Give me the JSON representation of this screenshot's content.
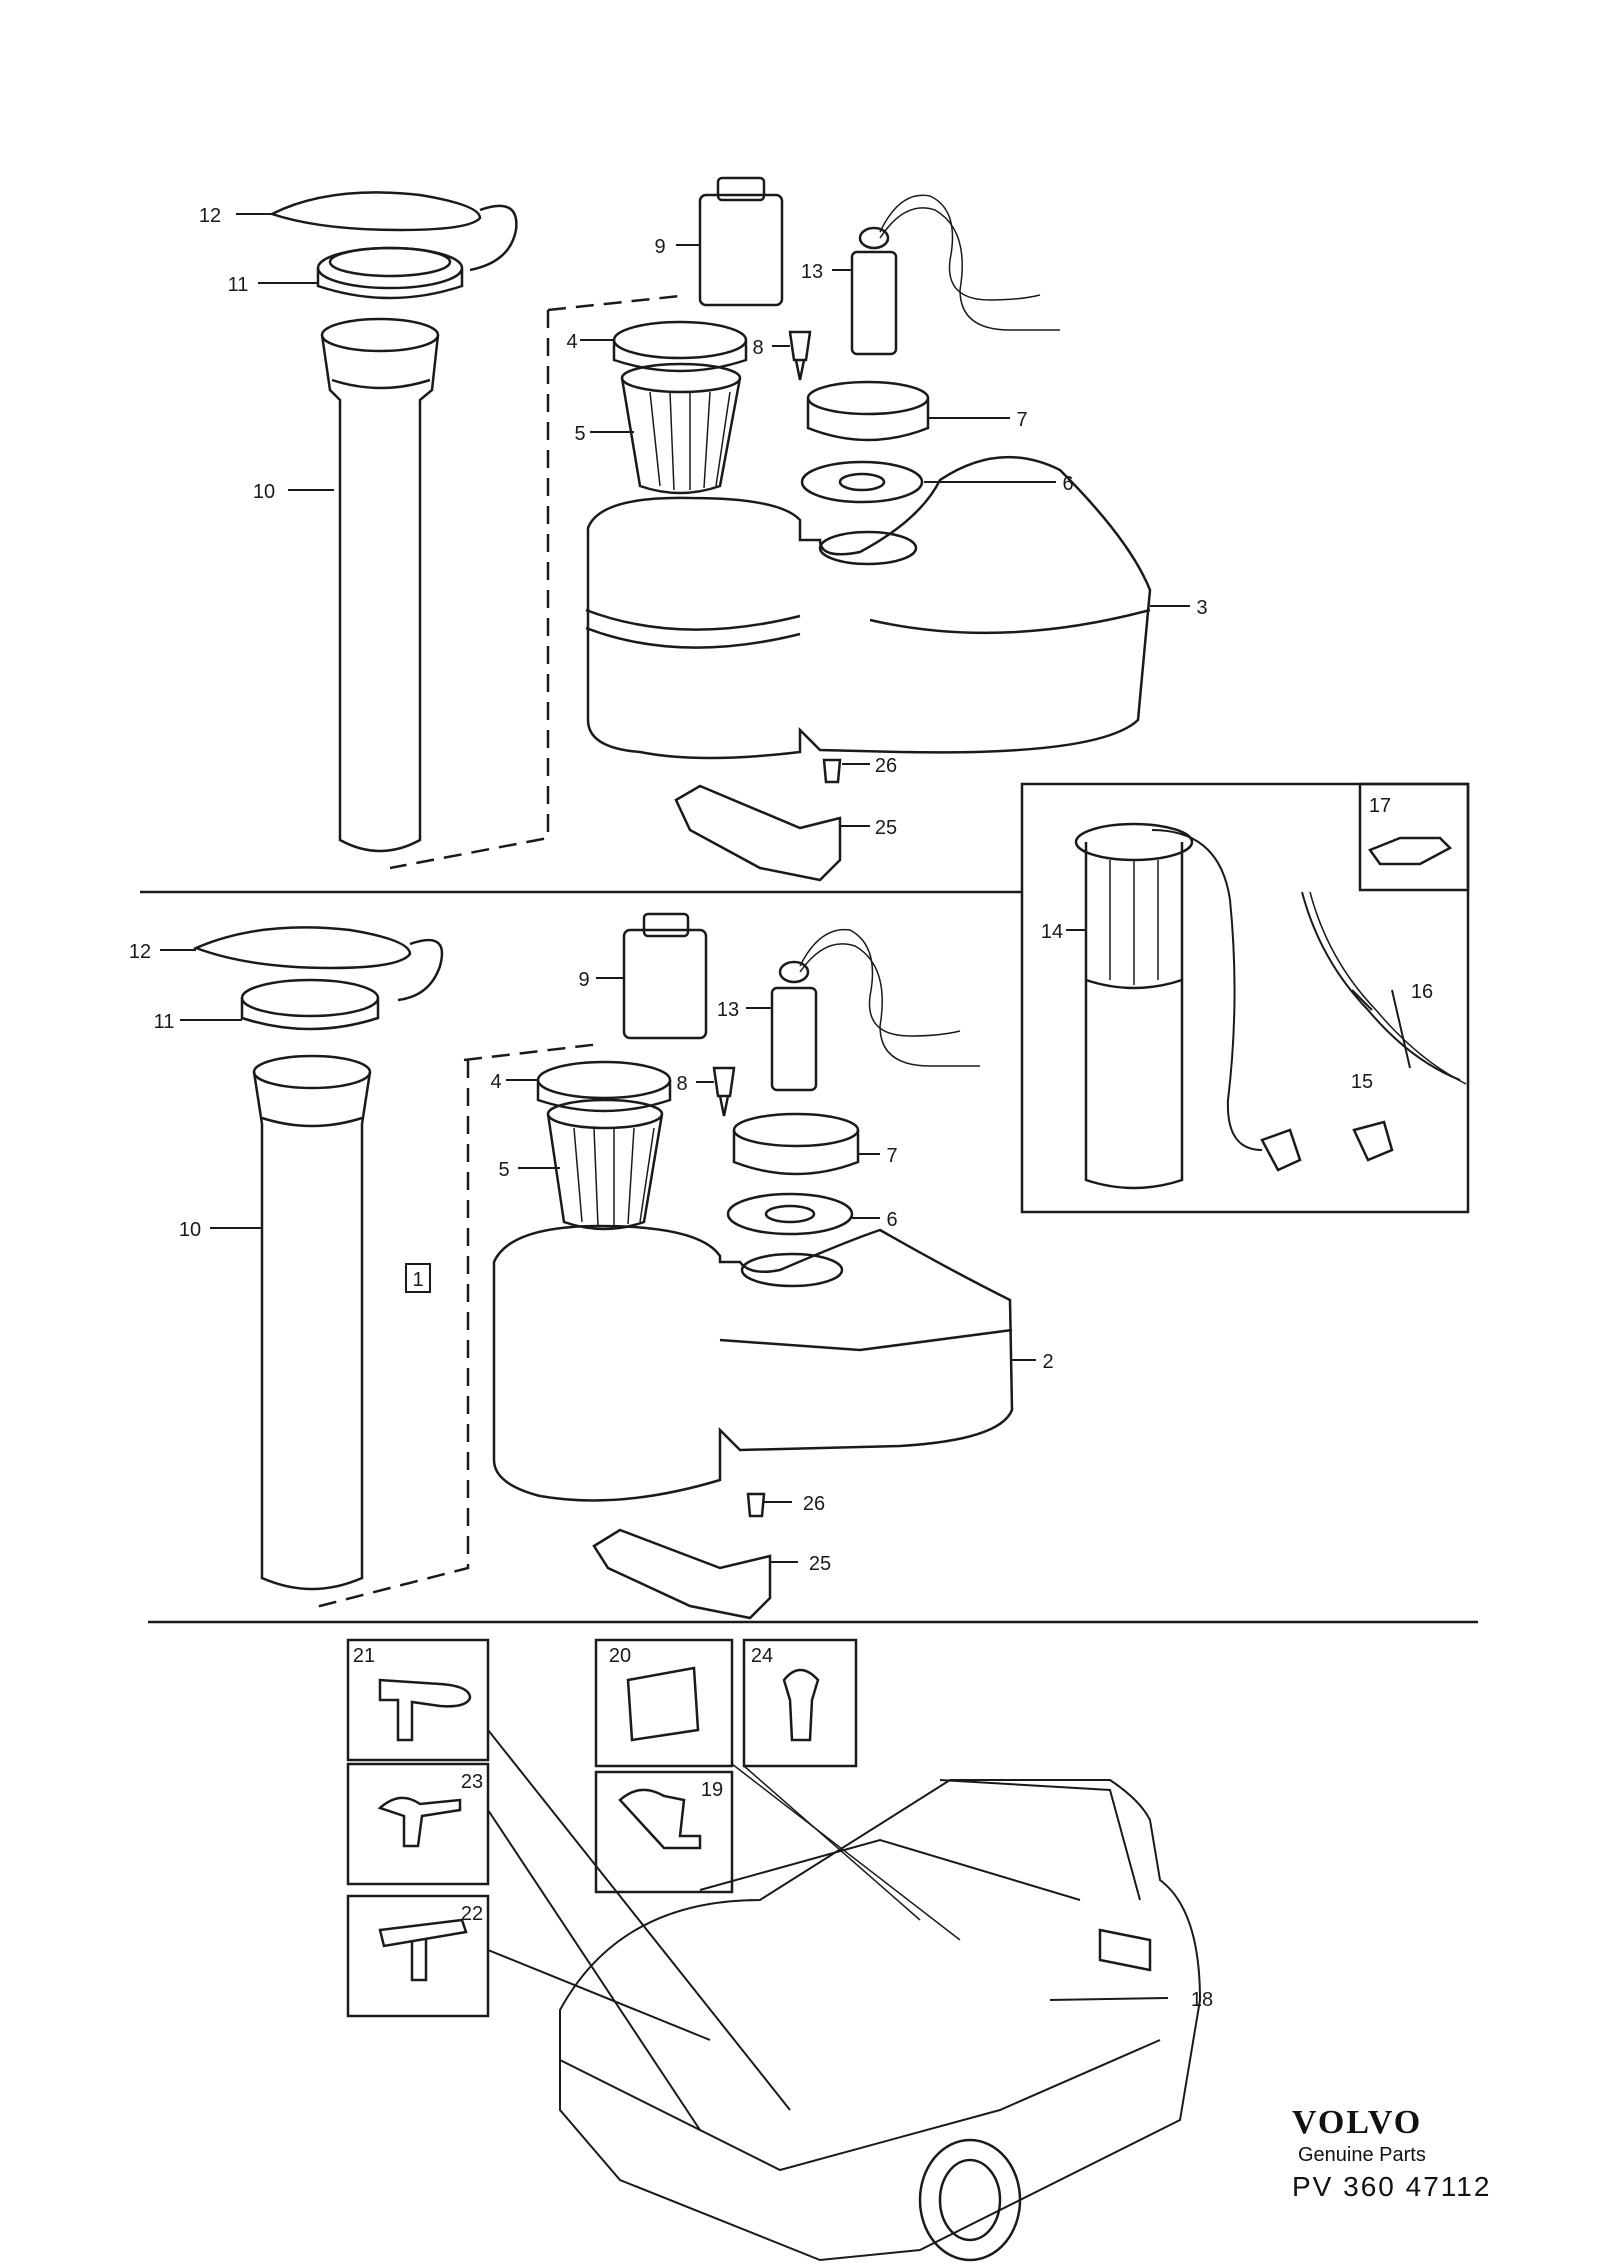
{
  "document": {
    "brand": "VOLVO",
    "subtitle": "Genuine Parts",
    "code": "PV 360 47112"
  },
  "callouts": {
    "c1": "1",
    "c2": "2",
    "c3": "3",
    "c4": "4",
    "c5": "5",
    "c6": "6",
    "c7": "7",
    "c8": "8",
    "c9": "9",
    "c10": "10",
    "c11": "11",
    "c12": "12",
    "c13": "13",
    "c14": "14",
    "c15": "15",
    "c16": "16",
    "c17": "17",
    "c18": "18",
    "c19": "19",
    "c20": "20",
    "c21": "21",
    "c22": "22",
    "c23": "23",
    "c24": "24",
    "c25": "25",
    "c26": "26"
  },
  "colors": {
    "ink": "#1a1a1a",
    "paper": "#ffffff"
  }
}
